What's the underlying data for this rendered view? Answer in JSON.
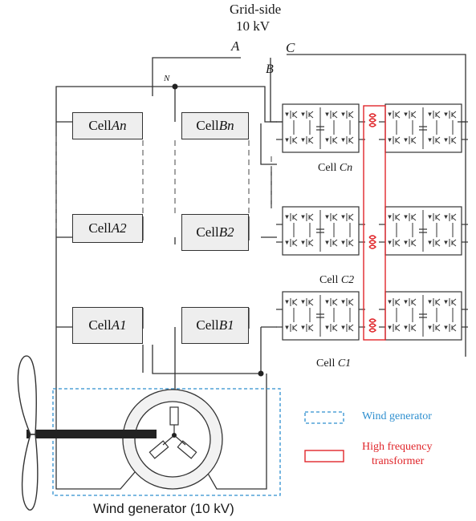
{
  "grid": {
    "title_line1": "Grid-side",
    "title_line2": "10 kV"
  },
  "phases": {
    "a": "A",
    "b": "B",
    "c": "C",
    "n": "N"
  },
  "cells_a": [
    {
      "prefix": "Cell ",
      "idx": "An"
    },
    {
      "prefix": "Cell ",
      "idx": "A2"
    },
    {
      "prefix": "Cell ",
      "idx": "A1"
    }
  ],
  "cells_b": [
    {
      "prefix": "Cell ",
      "idx": "Bn"
    },
    {
      "prefix": "Cell ",
      "idx": "B2"
    },
    {
      "prefix": "Cell ",
      "idx": "B1"
    }
  ],
  "cells_c": [
    {
      "prefix": "Cell ",
      "idx": "Cn"
    },
    {
      "prefix": "Cell ",
      "idx": "C2"
    },
    {
      "prefix": "Cell ",
      "idx": "C1"
    }
  ],
  "legend": {
    "wind_generator": "Wind generator",
    "hf_line1": "High frequency",
    "hf_line2": "transformer",
    "blue": "#2e8fcf",
    "red": "#e0262b"
  },
  "caption": "Wind generator (10 kV)"
}
